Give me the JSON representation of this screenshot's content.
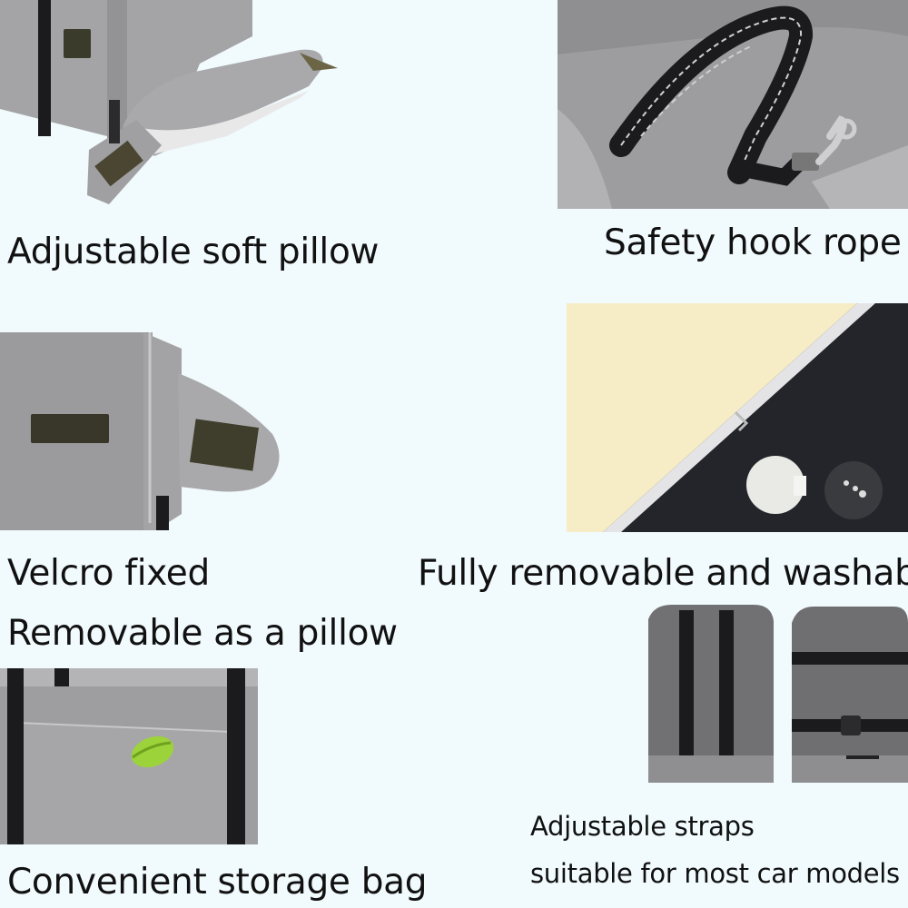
{
  "features": [
    {
      "caption": "Adjustable soft pillow",
      "photo": "pillow-photo"
    },
    {
      "caption": "Safety hook rope",
      "photo": "hook-rope-photo"
    },
    {
      "caption": "Velcro fixed",
      "photo": "velcro-photo"
    },
    {
      "caption": "Fully removable and washable",
      "photo": "washable-cover-photo"
    },
    {
      "caption": "Removable as a pillow",
      "photo": ""
    },
    {
      "caption": "Adjustable straps",
      "photo": "straps-photo"
    },
    {
      "caption": "suitable for most car models",
      "photo": ""
    },
    {
      "caption": "Convenient storage bag",
      "photo": "storage-bag-photo"
    }
  ],
  "colors": {
    "background": "#f1fafd",
    "fabric_gray": "#9d9d9f",
    "strap_black": "#1b1b1d",
    "velcro_olive": "#3b3b2c",
    "foam_cream": "#f6ecc6",
    "poop_bag_green": "#9cd33a"
  }
}
